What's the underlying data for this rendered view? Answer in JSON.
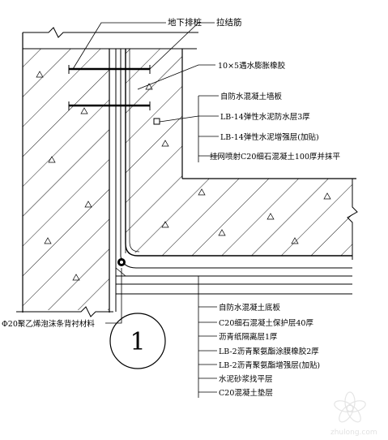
{
  "title_labels": {
    "pile": "地下排桩",
    "tie_bar": "拉结筋"
  },
  "upper_labels": [
    "10×5遇水膨胀橡胶",
    "自防水混凝土墙板",
    "LB-14弹性水泥防水层3厚",
    "LB-14弹性水泥增强层(加贴)",
    "挂网喷射C20细石混凝土100厚并抹平"
  ],
  "lower_labels": [
    "自防水混凝土底板",
    "C20细石混凝土保护层40厚",
    "沥青纸隔离层1厚",
    "LB-2沥青聚氨酯涂膜橡胶2厚",
    "LB-2沥青聚氨酯增强层(加贴)",
    "水泥砂浆找平层",
    "C20混凝土垫层"
  ],
  "side_label": "Φ20聚乙烯泡沫条背衬材料",
  "detail_number": "1",
  "watermark": "zhulong.com"
}
